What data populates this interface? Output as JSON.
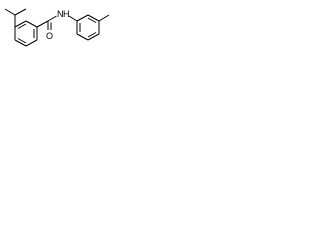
{
  "molecule": {
    "atoms": {
      "carbonyl_oxygen": "O",
      "amide_nitrogen": "N",
      "amide_hydrogen": "H"
    }
  },
  "colors": {
    "bond": "#000000",
    "label": "#000000",
    "background": "#ffffff"
  }
}
